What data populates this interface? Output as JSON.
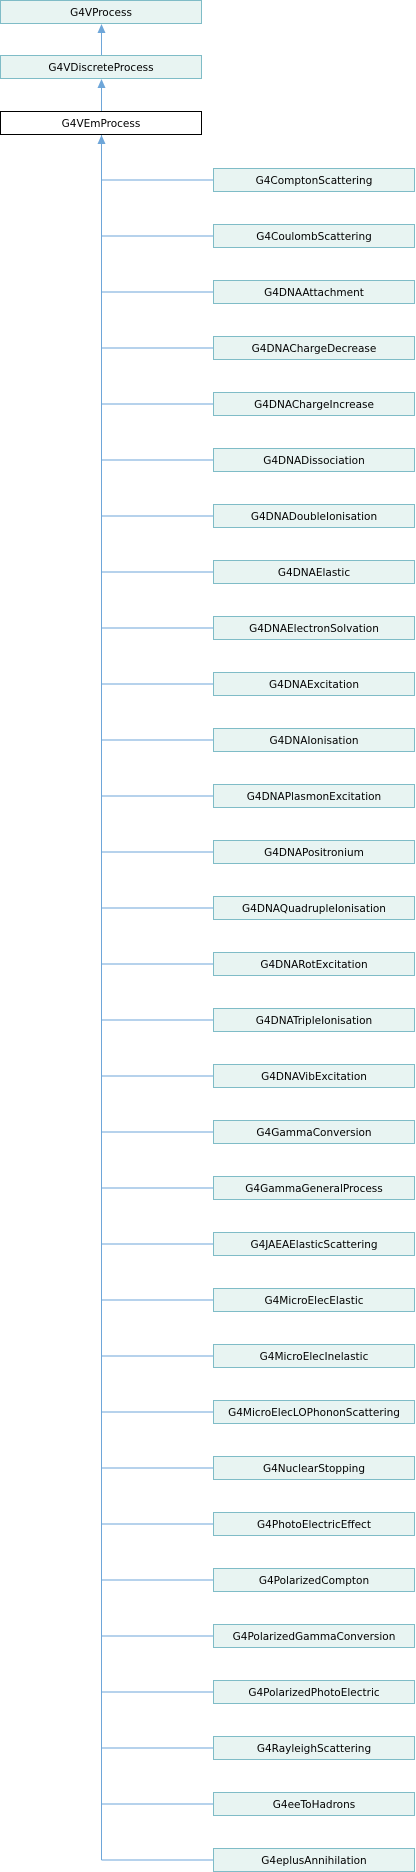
{
  "ancestors": [
    {
      "label": "G4VProcess"
    },
    {
      "label": "G4VDiscreteProcess"
    }
  ],
  "current": {
    "label": "G4VEmProcess"
  },
  "children": [
    {
      "label": "G4ComptonScattering"
    },
    {
      "label": "G4CoulombScattering"
    },
    {
      "label": "G4DNAAttachment"
    },
    {
      "label": "G4DNAChargeDecrease"
    },
    {
      "label": "G4DNAChargeIncrease"
    },
    {
      "label": "G4DNADissociation"
    },
    {
      "label": "G4DNADoubleIonisation"
    },
    {
      "label": "G4DNAElastic"
    },
    {
      "label": "G4DNAElectronSolvation"
    },
    {
      "label": "G4DNAExcitation"
    },
    {
      "label": "G4DNAIonisation"
    },
    {
      "label": "G4DNAPlasmonExcitation"
    },
    {
      "label": "G4DNAPositronium"
    },
    {
      "label": "G4DNAQuadrupleIonisation"
    },
    {
      "label": "G4DNARotExcitation"
    },
    {
      "label": "G4DNATripleIonisation"
    },
    {
      "label": "G4DNAVibExcitation"
    },
    {
      "label": "G4GammaConversion"
    },
    {
      "label": "G4GammaGeneralProcess"
    },
    {
      "label": "G4JAEAElasticScattering"
    },
    {
      "label": "G4MicroElecElastic"
    },
    {
      "label": "G4MicroElecInelastic"
    },
    {
      "label": "G4MicroElecLOPhononScattering"
    },
    {
      "label": "G4NuclearStopping"
    },
    {
      "label": "G4PhotoElectricEffect"
    },
    {
      "label": "G4PolarizedCompton"
    },
    {
      "label": "G4PolarizedGammaConversion"
    },
    {
      "label": "G4PolarizedPhotoElectric"
    },
    {
      "label": "G4RayleighScattering"
    },
    {
      "label": "G4eeToHadrons"
    },
    {
      "label": "G4eplusAnnihilation"
    }
  ],
  "colors": {
    "node_fill": "#e8f4f2",
    "node_border": "#7fbcc7",
    "current_fill": "#ffffff",
    "current_border": "#000000",
    "edge": "#6ea6d9"
  }
}
